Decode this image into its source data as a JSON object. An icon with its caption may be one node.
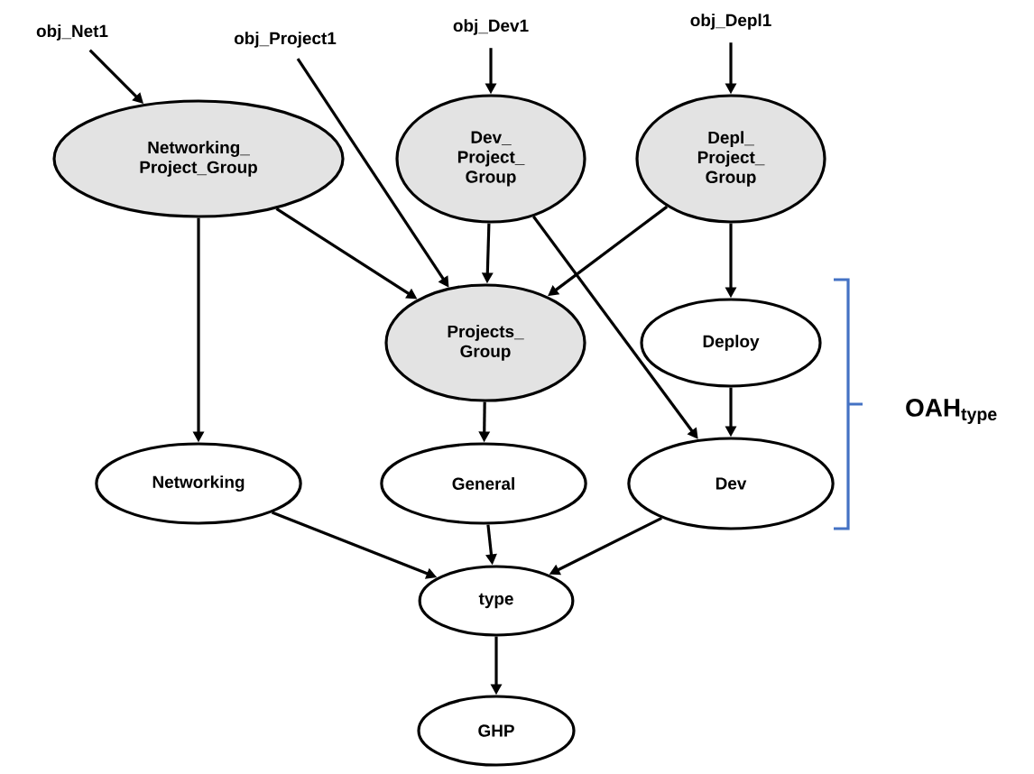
{
  "diagram": {
    "nodes": [
      {
        "text": [
          "obj_Net1"
        ]
      },
      {
        "text": [
          "obj_Project1"
        ]
      },
      {
        "text": [
          "obj_Dev1"
        ]
      },
      {
        "text": [
          "obj_Depl1"
        ]
      },
      {
        "text": [
          "Networking_ Project_Group"
        ]
      },
      {
        "text": [
          "Dev_ Project_ Group"
        ]
      },
      {
        "text": [
          "Depl_ Project_ Group"
        ]
      },
      {
        "text": [
          "Projects_ Group"
        ]
      },
      {
        "text": [
          "Deploy"
        ]
      },
      {
        "text": [
          "Networking"
        ]
      },
      {
        "text": [
          "General"
        ]
      },
      {
        "text": [
          "Dev"
        ]
      },
      {
        "text": [
          "type"
        ]
      },
      {
        "text": [
          "GHP"
        ]
      }
    ],
    "edges": [
      {
        "from": 0,
        "to": 4,
        "arrow": "to"
      },
      {
        "from": 1,
        "to": 7,
        "arrow": "to"
      },
      {
        "from": 2,
        "to": 5,
        "arrow": "to"
      },
      {
        "from": 3,
        "to": 6,
        "arrow": "to"
      },
      {
        "from": 4,
        "to": 7,
        "arrow": "to"
      },
      {
        "from": 4,
        "to": 9,
        "arrow": "to"
      },
      {
        "from": 5,
        "to": 7,
        "arrow": "to"
      },
      {
        "from": 5,
        "to": 11,
        "arrow": "to"
      },
      {
        "from": 6,
        "to": 7,
        "arrow": "to"
      },
      {
        "from": 6,
        "to": 8,
        "arrow": "to"
      },
      {
        "from": 7,
        "to": 10,
        "arrow": "to"
      },
      {
        "from": 8,
        "to": 11,
        "arrow": "to"
      },
      {
        "from": 9,
        "to": 12,
        "arrow": "to"
      },
      {
        "from": 10,
        "to": 12,
        "arrow": "to"
      },
      {
        "from": 11,
        "to": 12,
        "arrow": "to"
      },
      {
        "from": 12,
        "to": 13,
        "arrow": "to"
      }
    ],
    "labels": [
      "OAH$_{type}$"
    ]
  }
}
